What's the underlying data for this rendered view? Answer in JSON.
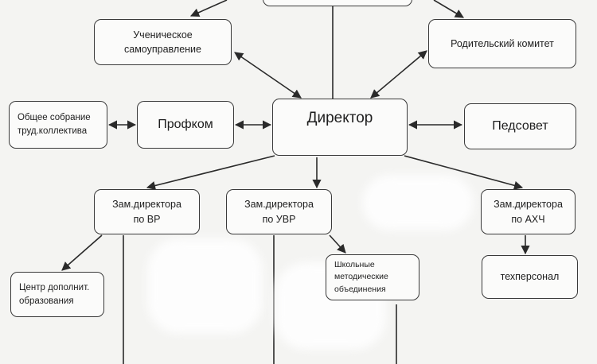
{
  "nodes": {
    "student_govt": "Ученическое\nсамоуправление",
    "parent_committee": "Родительский комитет",
    "general_meeting": "Общее собрание\nтруд.коллектива",
    "union": "Профком",
    "director": "Директор",
    "ped_council": "Педсовет",
    "deputy_vr": "Зам.директора\nпо ВР",
    "deputy_uvr": "Зам.директора\nпо УВР",
    "deputy_ahch": "Зам.директора\nпо АХЧ",
    "extra_education": "Центр дополнит.\nобразования",
    "methodical": "Школьные\nметодические\nобъединения",
    "tech_staff": "техперсонал"
  }
}
